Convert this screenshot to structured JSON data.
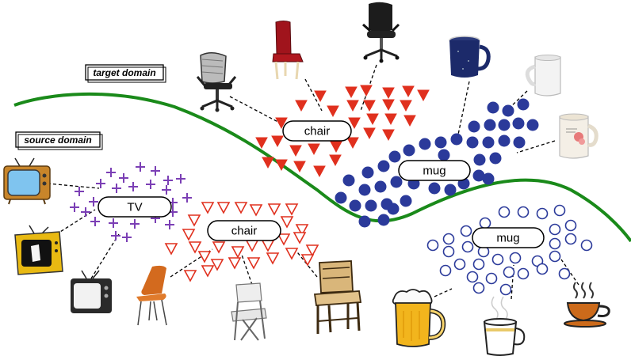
{
  "labels": {
    "target_domain": "target domain",
    "source_domain": "source domain"
  },
  "clusters": {
    "target_chair": "chair",
    "target_mug": "mug",
    "source_tv": "TV",
    "source_chair": "chair",
    "source_mug": "mug"
  },
  "colors": {
    "boundary": "#1a8a1a",
    "chair_marker": "#e0301e",
    "mug_marker": "#2b3a9a",
    "tv_marker": "#7b3fb5",
    "connector": "#000000"
  },
  "icons": [
    "office-chair-mesh-icon",
    "dining-chair-red-icon",
    "office-chair-black-icon",
    "mug-blue-enamel-icon",
    "mug-white-icon",
    "mug-floral-icon",
    "tv-cartoon-blue-icon",
    "tv-cartoon-yellow-icon",
    "tv-retro-black-icon",
    "chair-orange-shell-icon",
    "chair-folding-icon",
    "chair-wooden-icon",
    "beer-mug-icon",
    "coffee-cup-steam-icon",
    "teacup-orange-icon"
  ]
}
